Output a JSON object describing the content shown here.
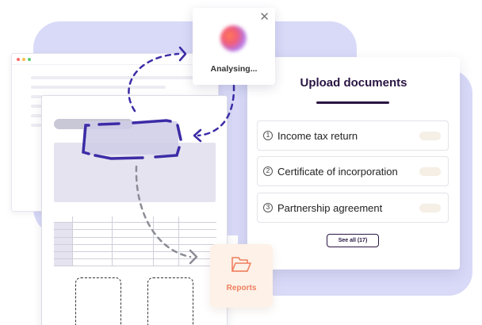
{
  "analysing_card": {
    "status_label": "Analysing..."
  },
  "upload_card": {
    "title": "Upload documents",
    "items": [
      {
        "number": "1",
        "label": "Income tax return"
      },
      {
        "number": "2",
        "label": "Certificate of incorporation"
      },
      {
        "number": "3",
        "label": "Partnership agreement"
      }
    ],
    "see_all_label": "See all (17)"
  },
  "reports_card": {
    "label": "Reports",
    "accent_color": "#ef7f5e"
  },
  "colors": {
    "background_blob": "#d9daf8",
    "selection_frame": "#3c2ca6",
    "title_text": "#2a1543"
  },
  "icons": {
    "close": "close-icon",
    "orb": "analysing-orb-icon",
    "folder": "folder-icon",
    "arrow": "chevron-arrow-icon"
  }
}
